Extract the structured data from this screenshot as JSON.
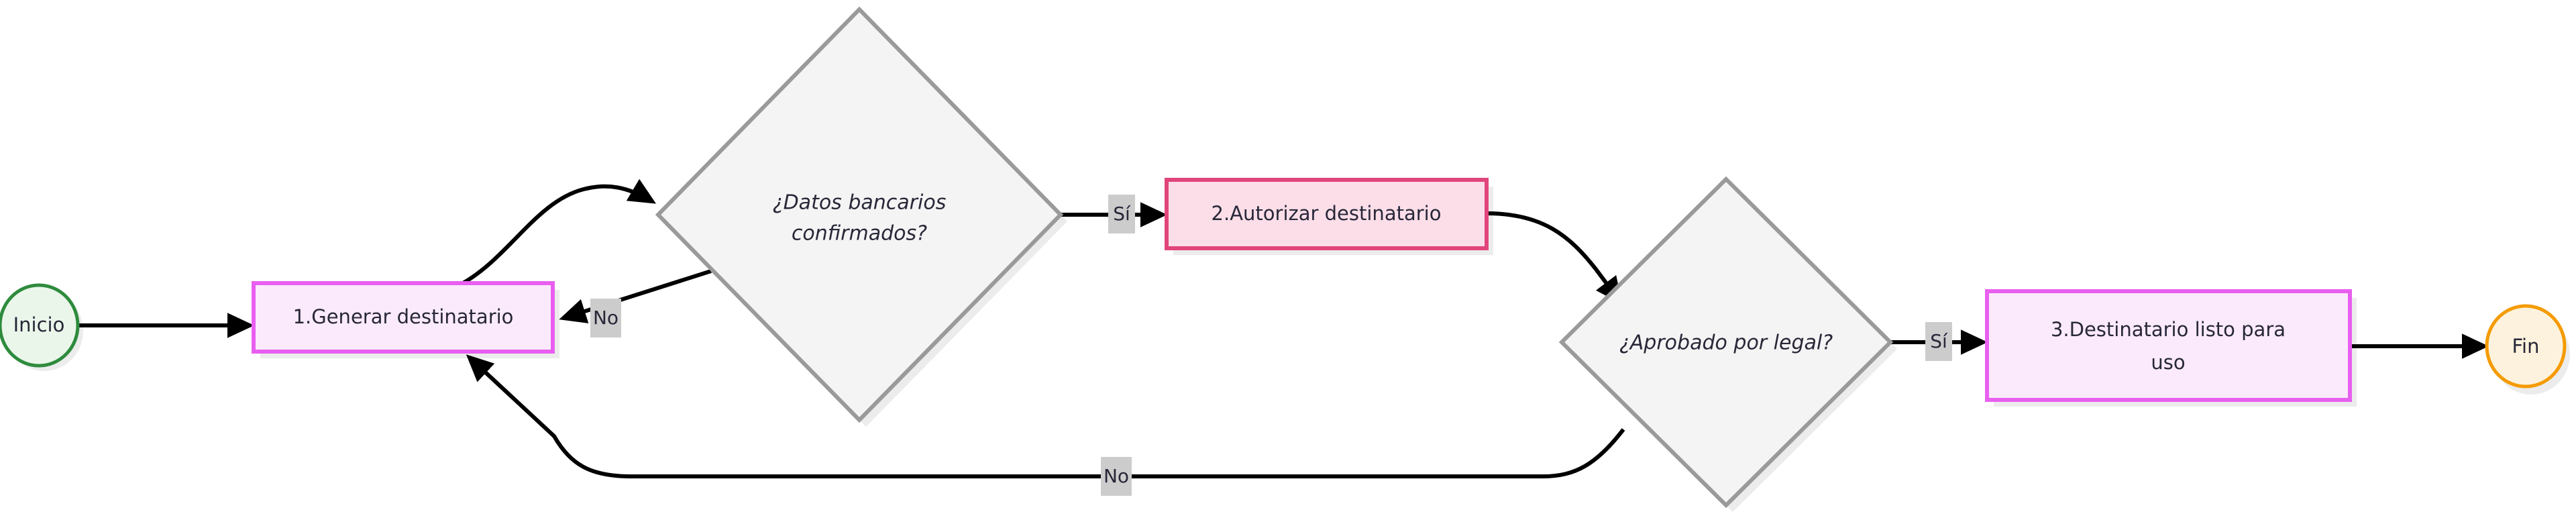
{
  "diagram": {
    "type": "flowchart",
    "direction": "left-to-right",
    "title": "",
    "language": "es"
  },
  "nodes": [
    {
      "id": "inicio",
      "shape": "ellipse",
      "label": "Inicio",
      "fill": "#eaf6ea",
      "stroke": "#2e8b3d"
    },
    {
      "id": "paso1",
      "shape": "rectangle",
      "label": "1.Generar destinatario",
      "fill": "#fbeafb",
      "stroke": "#e85ff0"
    },
    {
      "id": "decision1",
      "shape": "diamond",
      "label_line1": "¿Datos bancarios",
      "label_line2": "confirmados?",
      "fill": "#f4f4f4",
      "stroke": "#9a9a9a"
    },
    {
      "id": "paso2",
      "shape": "rectangle",
      "label": "2.Autorizar destinatario",
      "fill": "#fbdee8",
      "stroke": "#e0457b"
    },
    {
      "id": "decision2",
      "shape": "diamond",
      "label_line1": "¿Aprobado por legal?",
      "label_line2": "",
      "fill": "#f4f4f4",
      "stroke": "#9a9a9a"
    },
    {
      "id": "paso3",
      "shape": "rectangle",
      "label_line1": "3.Destinatario listo para",
      "label_line2": "uso",
      "fill": "#fbeafb",
      "stroke": "#e85ff0"
    },
    {
      "id": "fin",
      "shape": "ellipse",
      "label": "Fin",
      "fill": "#fdf2dd",
      "stroke": "#f59b00"
    }
  ],
  "edges": [
    {
      "id": "e1",
      "from": "inicio",
      "to": "paso1",
      "label": ""
    },
    {
      "id": "e2",
      "from": "paso1",
      "to": "decision1",
      "label": ""
    },
    {
      "id": "e3",
      "from": "decision1",
      "to": "paso2",
      "label": "Sí"
    },
    {
      "id": "e4",
      "from": "decision1",
      "to": "paso1",
      "label": "No"
    },
    {
      "id": "e5",
      "from": "paso2",
      "to": "decision2",
      "label": ""
    },
    {
      "id": "e6",
      "from": "decision2",
      "to": "paso3",
      "label": "Sí"
    },
    {
      "id": "e7",
      "from": "decision2",
      "to": "paso1",
      "label": "No"
    },
    {
      "id": "e8",
      "from": "paso3",
      "to": "fin",
      "label": ""
    }
  ],
  "colors": {
    "background": "#ffffff",
    "edge_stroke": "#000000",
    "edge_label_bg": "#cccccc",
    "text": "#272738",
    "shadow": "#ececec"
  }
}
